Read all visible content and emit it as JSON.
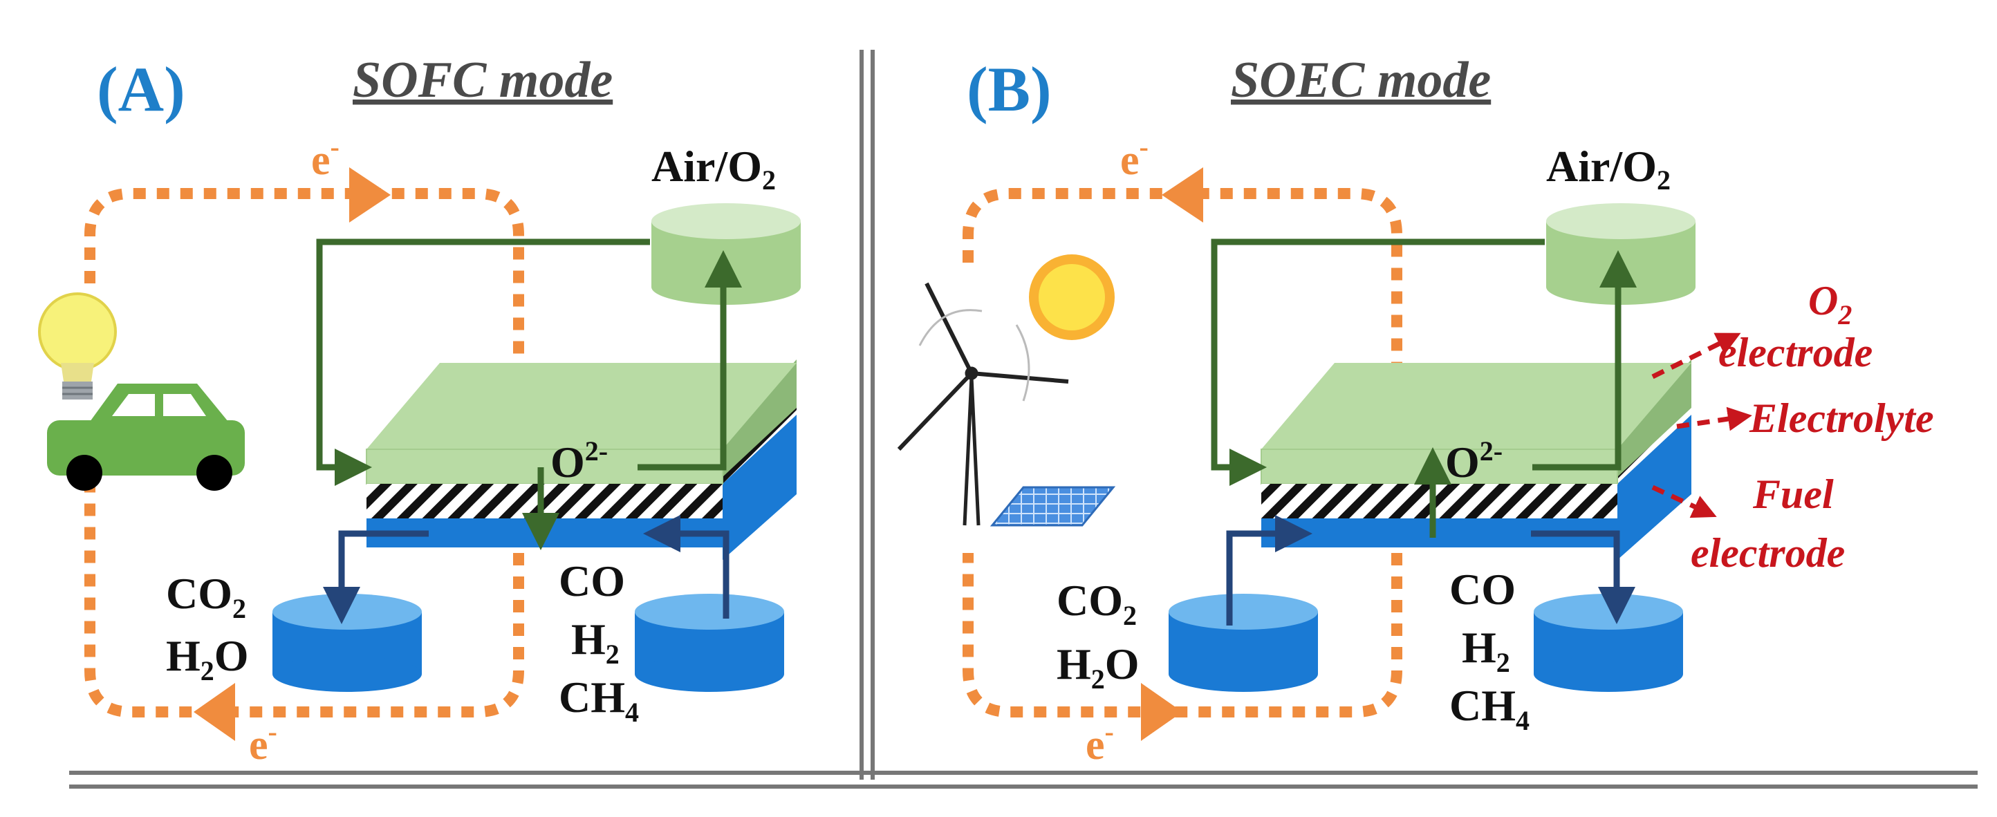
{
  "panels": [
    {
      "letter": "(A)",
      "mode": "SOFC mode"
    },
    {
      "letter": "(B)",
      "mode": "SOEC mode"
    }
  ],
  "labels": {
    "air_o2": "Air/O",
    "sub2": "2",
    "o2_ion": "O",
    "o2_charge": "2-",
    "co2": "CO",
    "h2o_h": "H",
    "h2o_o": "O",
    "co": "CO",
    "h2": "H",
    "ch4": "CH",
    "sub4": "4",
    "e": "e",
    "e_charge": "-"
  },
  "layers": {
    "o2_electrode_o": "O",
    "o2_electrode_sub": "2",
    "o2_electrode": "electrode",
    "electrolyte": "Electrolyte",
    "fuel": "Fuel",
    "fuel_electrode": "electrode"
  },
  "colors": {
    "letter_blue": "#1f7fc9",
    "electron_orange": "#f08c3e",
    "green_top": "#b8dba4",
    "green_side": "#8cb878",
    "blue_layer": "#1a7ad4",
    "arrow_dark_green": "#3c6a2c",
    "arrow_navy": "#24457a",
    "red_label": "#c8161d"
  }
}
